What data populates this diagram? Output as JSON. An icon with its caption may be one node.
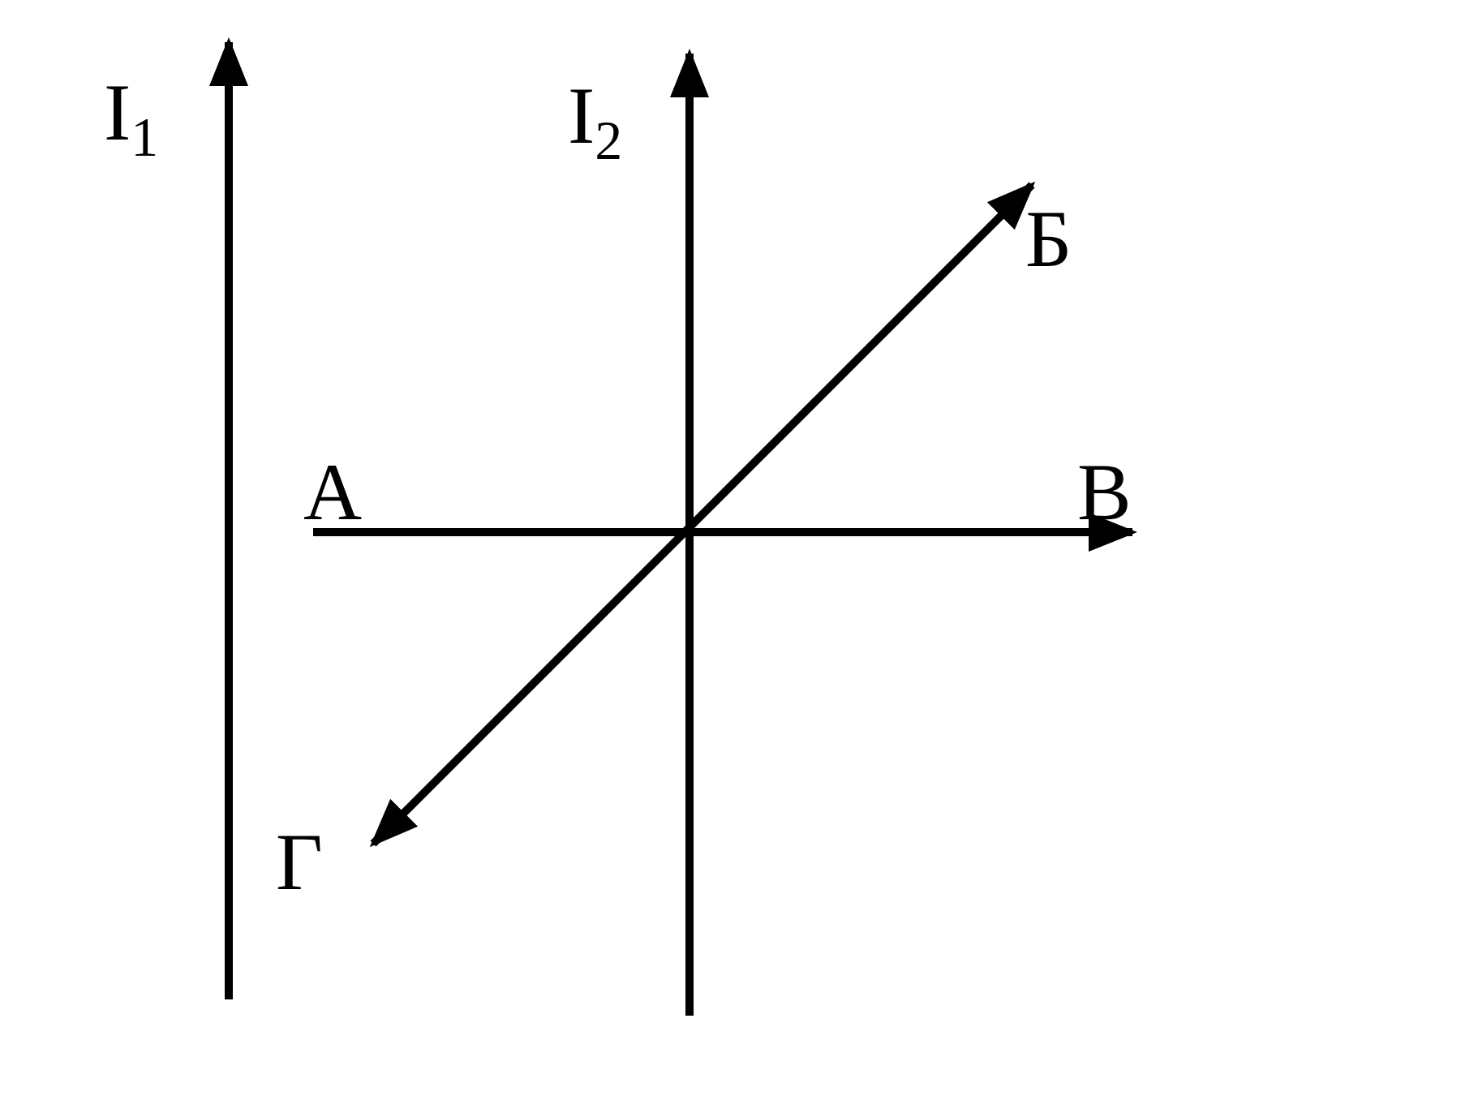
{
  "diagram": {
    "labels": [
      "I$_{1}$",
      "I$_{2}$",
      "Б",
      "А",
      "В",
      "Г"
    ]
  }
}
